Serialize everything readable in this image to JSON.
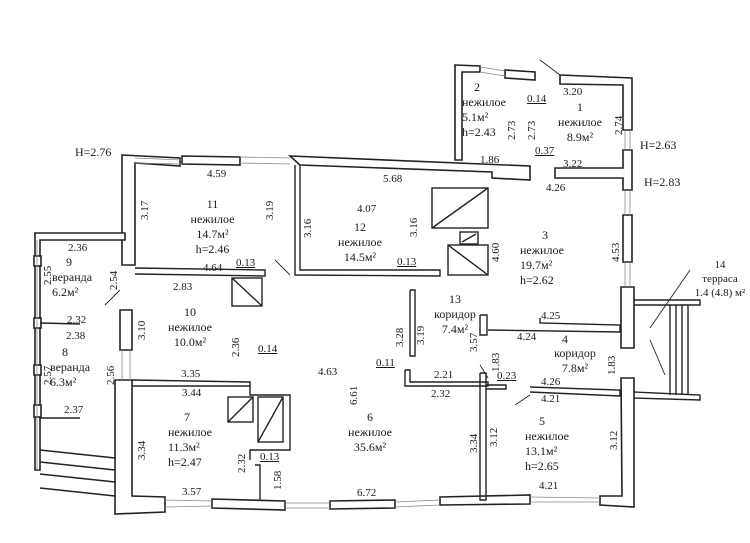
{
  "rooms": [
    {
      "num": "1",
      "type": "нежилое",
      "area": "8.9м²"
    },
    {
      "num": "2",
      "type": "нежилое",
      "area": "5.1м²",
      "height": "h=2.43"
    },
    {
      "num": "3",
      "type": "нежилое",
      "area": "19.7м²",
      "height": "h=2.62"
    },
    {
      "num": "4",
      "type": "коридор",
      "area": "7.8м²"
    },
    {
      "num": "5",
      "type": "нежилое",
      "area": "13.1м²",
      "height": "h=2.65"
    },
    {
      "num": "6",
      "type": "нежилое",
      "area": "35.6м²"
    },
    {
      "num": "7",
      "type": "нежилое",
      "area": "11.3м²",
      "height": "h=2.47"
    },
    {
      "num": "8",
      "type": "веранда",
      "area": "6.3м²"
    },
    {
      "num": "9",
      "type": "веранда",
      "area": "6.2м²"
    },
    {
      "num": "10",
      "type": "нежилое",
      "area": "10.0м²"
    },
    {
      "num": "11",
      "type": "нежилое",
      "area": "14.7м²",
      "height": "h=2.46"
    },
    {
      "num": "12",
      "type": "нежилое",
      "area": "14.5м²"
    },
    {
      "num": "13",
      "type": "коридор",
      "area": "7.4м²"
    },
    {
      "num": "14",
      "type": "терраса",
      "area": "1.4 (4.8) м²"
    }
  ],
  "heights": {
    "h1": "H=2.76",
    "h2": "H=2.63",
    "h3": "H=2.83"
  },
  "dims": {
    "d459": "4.59",
    "d317": "3.17",
    "d319": "3.19",
    "d236": "2.36",
    "d255": "2.55",
    "d254": "2.54",
    "d464": "4.64",
    "d013a": "0.13",
    "d283": "2.83",
    "d232": "2.32",
    "d238": "2.38",
    "d257": "2.57",
    "d256": "2.56",
    "d237": "2.37",
    "d310": "3.10",
    "d236b": "2.36",
    "d014b": "0.14",
    "d335": "3.35",
    "d344": "3.44",
    "d334": "3.34",
    "d232b": "2.32",
    "d013b": "0.13",
    "d158": "1.58",
    "d357": "3.57",
    "d672": "6.72",
    "d463": "4.63",
    "d661": "6.61",
    "d316a": "3.16",
    "d407": "4.07",
    "d316b": "3.16",
    "d568": "5.68",
    "d013c": "0.13",
    "d186": "1.86",
    "d273a": "2.73",
    "d273b": "2.73",
    "d014": "0.14",
    "d320": "3.20",
    "d274": "2.74",
    "d037": "0.37",
    "d322": "3.22",
    "d426": "4.26",
    "d460": "4.60",
    "d453": "4.53",
    "d328": "3.28",
    "d319b": "3.19",
    "d357b": "3.57",
    "d011": "0.11",
    "d221": "2.21",
    "d232c": "2.32",
    "d183a": "1.83",
    "d023": "0.23",
    "d425": "4.25",
    "d424": "4.24",
    "d426b": "4.26",
    "d421a": "4.21",
    "d183b": "1.83",
    "d334b": "3.34",
    "d312a": "3.12",
    "d312b": "3.12",
    "d421b": "4.21"
  }
}
